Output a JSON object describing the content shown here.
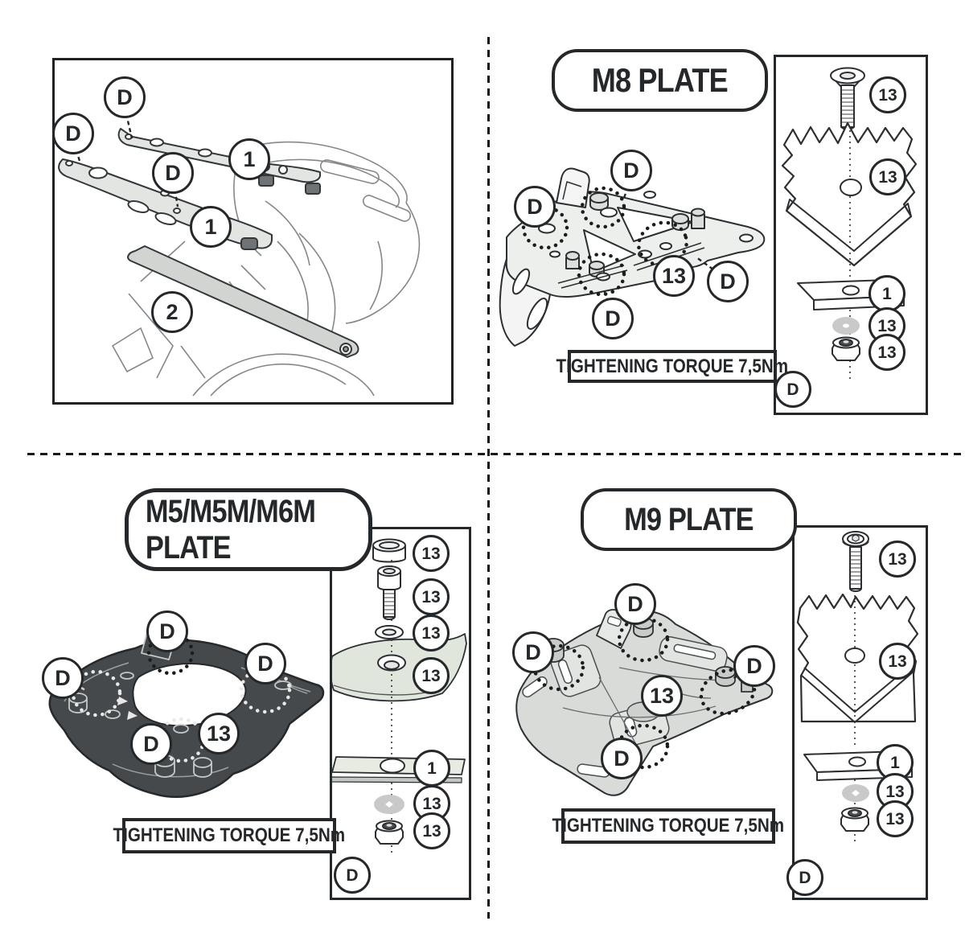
{
  "q1": {
    "callouts": [
      "D",
      "D",
      "D",
      "1",
      "1",
      "2"
    ]
  },
  "m8": {
    "title": "M8 PLATE",
    "torque": "TIGHTENING TORQUE 7,5Nm",
    "plate": [
      "D",
      "D",
      "13",
      "D",
      "D"
    ],
    "column": [
      "13",
      "13",
      "1",
      "13",
      "13",
      "D"
    ]
  },
  "m5": {
    "title": "M5/M5M/M6M PLATE",
    "torque": "TIGHTENING TORQUE 7,5Nm",
    "plate": [
      "D",
      "D",
      "D",
      "13",
      "D"
    ],
    "column": [
      "13",
      "13",
      "13",
      "13",
      "1",
      "13",
      "13",
      "D"
    ]
  },
  "m9": {
    "title": "M9 PLATE",
    "torque": "TIGHTENING TORQUE 7,5Nm",
    "plate": [
      "D",
      "D",
      "D",
      "13",
      "D"
    ],
    "column": [
      "13",
      "13",
      "1",
      "13",
      "13",
      "D"
    ]
  },
  "colors": {
    "line": "#2d3033",
    "light_plate": "#edefed",
    "dark_plate": "#45494c",
    "m9_plate": "#d9dbd9",
    "sage_plate": "#e0e6db",
    "washer_gray": "#c9c9c9"
  }
}
